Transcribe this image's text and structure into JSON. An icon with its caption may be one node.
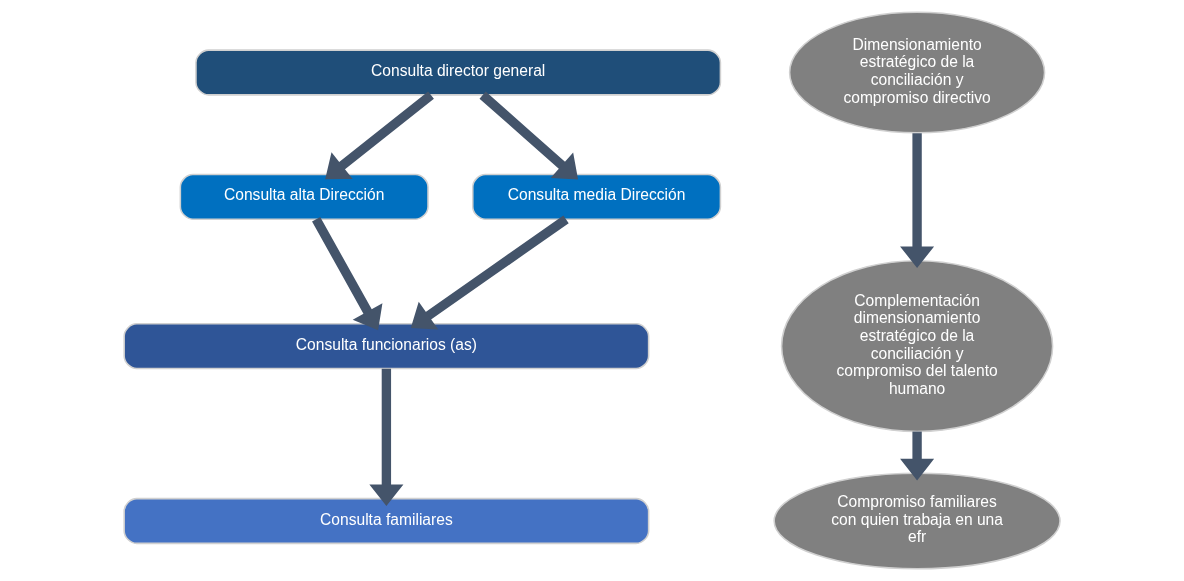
{
  "diagram": {
    "nodes": [
      {
        "text": [
          "Consulta director general"
        ]
      },
      {
        "text": [
          "Consulta alta Dirección"
        ]
      },
      {
        "text": [
          "Consulta media Dirección"
        ]
      },
      {
        "text": [
          "Consulta funcionarios (as)"
        ]
      },
      {
        "text": [
          "Consulta familiares"
        ]
      },
      {
        "text": [
          "Dimensionamiento estratégico de la conciliación y compromiso directivo"
        ]
      },
      {
        "text": [
          "Complementación dimensionamiento estratégico de la conciliación y compromiso del talento humano"
        ]
      },
      {
        "text": [
          "Compromiso familiares con quien trabaja en una efr"
        ]
      }
    ],
    "edges": [
      {
        "from": 0,
        "to": 1,
        "arrow": "to"
      },
      {
        "from": 0,
        "to": 2,
        "arrow": "to"
      },
      {
        "from": 1,
        "to": 3,
        "arrow": "to"
      },
      {
        "from": 2,
        "to": 3,
        "arrow": "to"
      },
      {
        "from": 3,
        "to": 4,
        "arrow": "to"
      },
      {
        "from": 5,
        "to": 6,
        "arrow": "to"
      },
      {
        "from": 6,
        "to": 7,
        "arrow": "to"
      }
    ]
  }
}
